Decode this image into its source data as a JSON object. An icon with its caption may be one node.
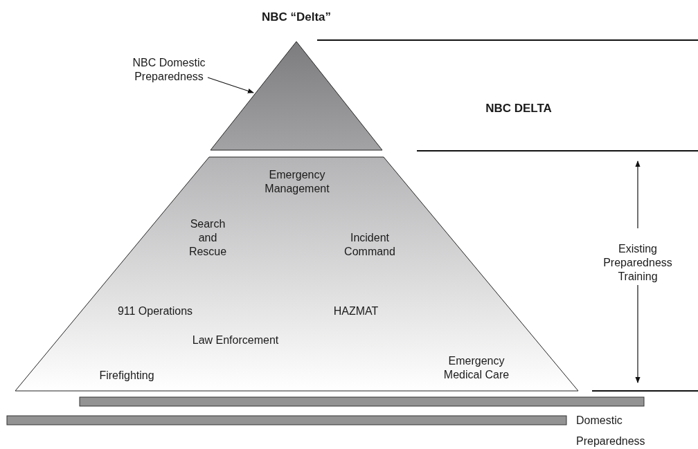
{
  "diagram": {
    "title": "NBC “Delta”",
    "nodes": [
      {
        "text": [
          "NBC Domestic Preparedness"
        ]
      },
      {
        "text": [],
        "shape": "triangle"
      },
      {
        "text": [
          "Emergency Management",
          "Search and Rescue",
          "Incident Command",
          "911 Operations",
          "HAZMAT",
          "Law Enforcement",
          "Firefighting",
          "Emergency Medical Care"
        ]
      },
      {
        "text": [],
        "shape": "bar"
      },
      {
        "text": [],
        "shape": "bar",
        "beside": [
          "Domestic Preparedness"
        ]
      }
    ],
    "edges": [
      {
        "from": 0,
        "to": 1,
        "arrow": "to"
      }
    ],
    "labels": [
      "NBC DELTA",
      "Existing Preparedness Training"
    ]
  }
}
